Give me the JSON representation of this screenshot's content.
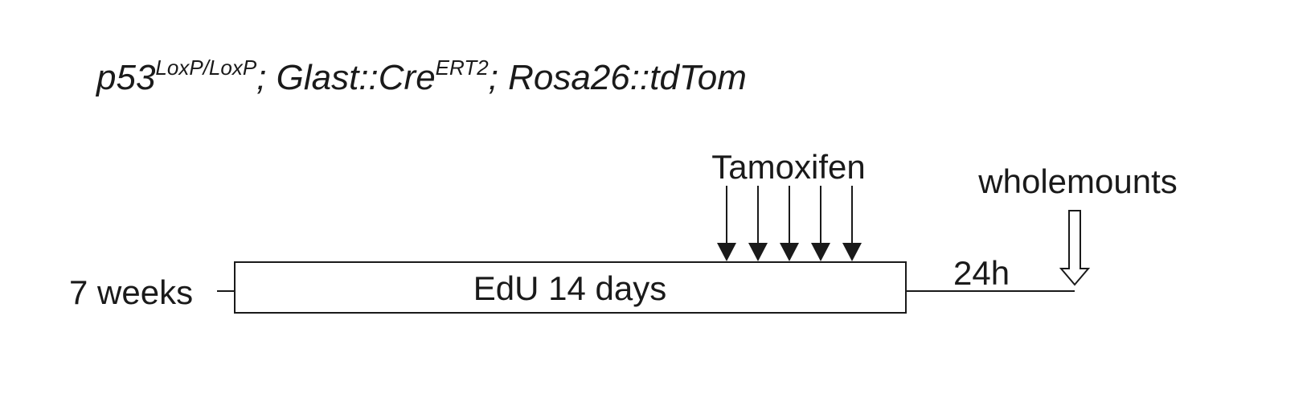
{
  "genotype": {
    "part1_base": "p53",
    "part1_sup": "LoxP/LoxP",
    "part2_base": "; Glast::Cre",
    "part2_sup": "ERT2",
    "part3": "; Rosa26::tdTom"
  },
  "timeline": {
    "start_label": "7 weeks",
    "box_label": "EdU 14 days",
    "interval_label": "24h",
    "treatment_label": "Tamoxifen",
    "treatment_count": 5,
    "end_label": "wholemounts"
  }
}
